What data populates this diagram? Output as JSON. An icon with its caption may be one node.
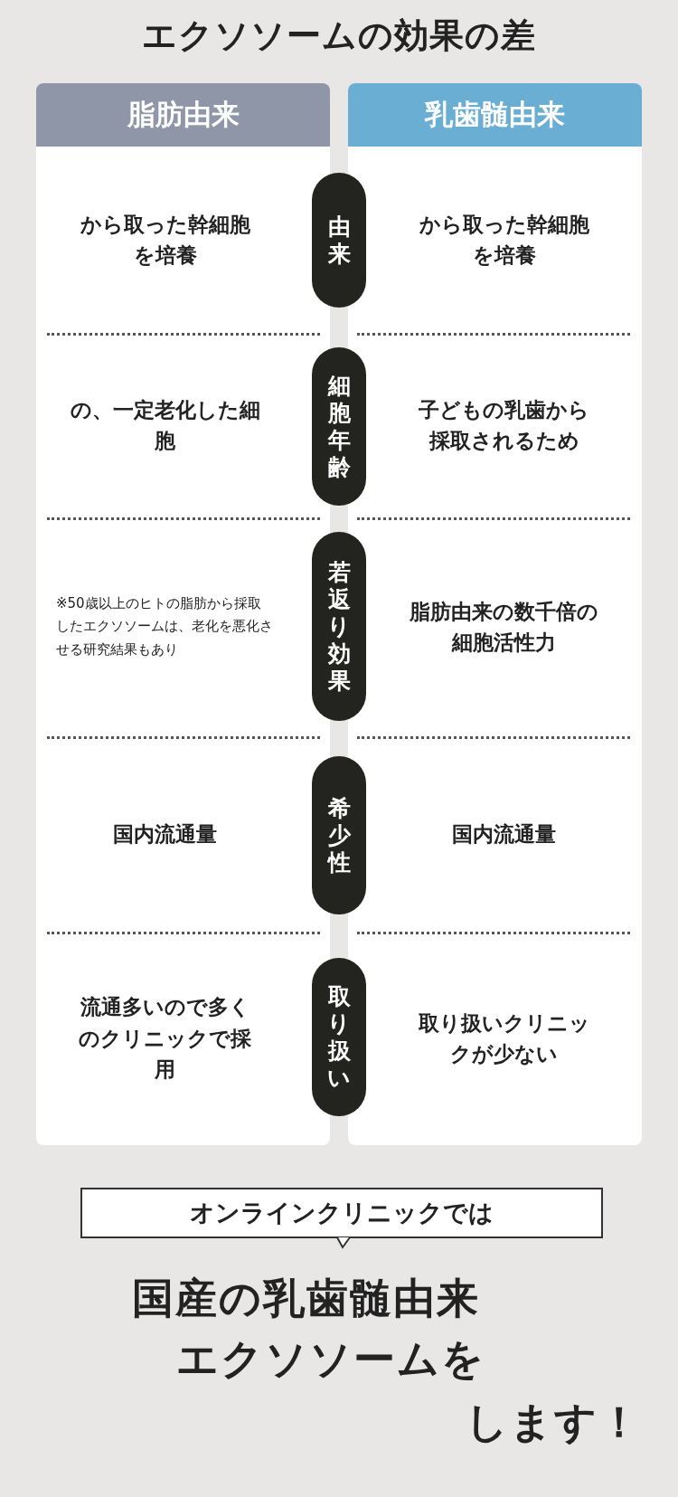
{
  "diagram": {
    "title": "エクソソームの効果の差",
    "nodes": [
      {
        "text": [
          "脂肪由来"
        ]
      },
      {
        "text": [
          "乳歯髄由来"
        ]
      },
      {
        "text": [
          "由来"
        ]
      },
      {
        "text": [
          "細胞年齢"
        ]
      },
      {
        "text": [
          "若返り効果"
        ]
      },
      {
        "text": [
          "希少性"
        ]
      },
      {
        "text": [
          "取り扱い"
        ]
      },
      {
        "text": [
          "オンラインクリニックでは"
        ]
      }
    ],
    "edges": [],
    "labels": [
      "から取った幹細胞を培養",
      "から取った幹細胞を培養",
      "の、一定老化した細胞",
      "子どもの乳歯から採取されるため",
      "※50歳以上のヒトの脂肪から採取したエクソソームは、老化を悪化させる研究結果もあり",
      "脂肪由来の数千倍の細胞活性力",
      "国内流通量",
      "国内流通量",
      "流通多いので多くのクリニックで採用",
      "取り扱いクリニックが少ない",
      "国産の乳歯髄由来",
      "エクソソームを",
      "します！"
    ]
  }
}
